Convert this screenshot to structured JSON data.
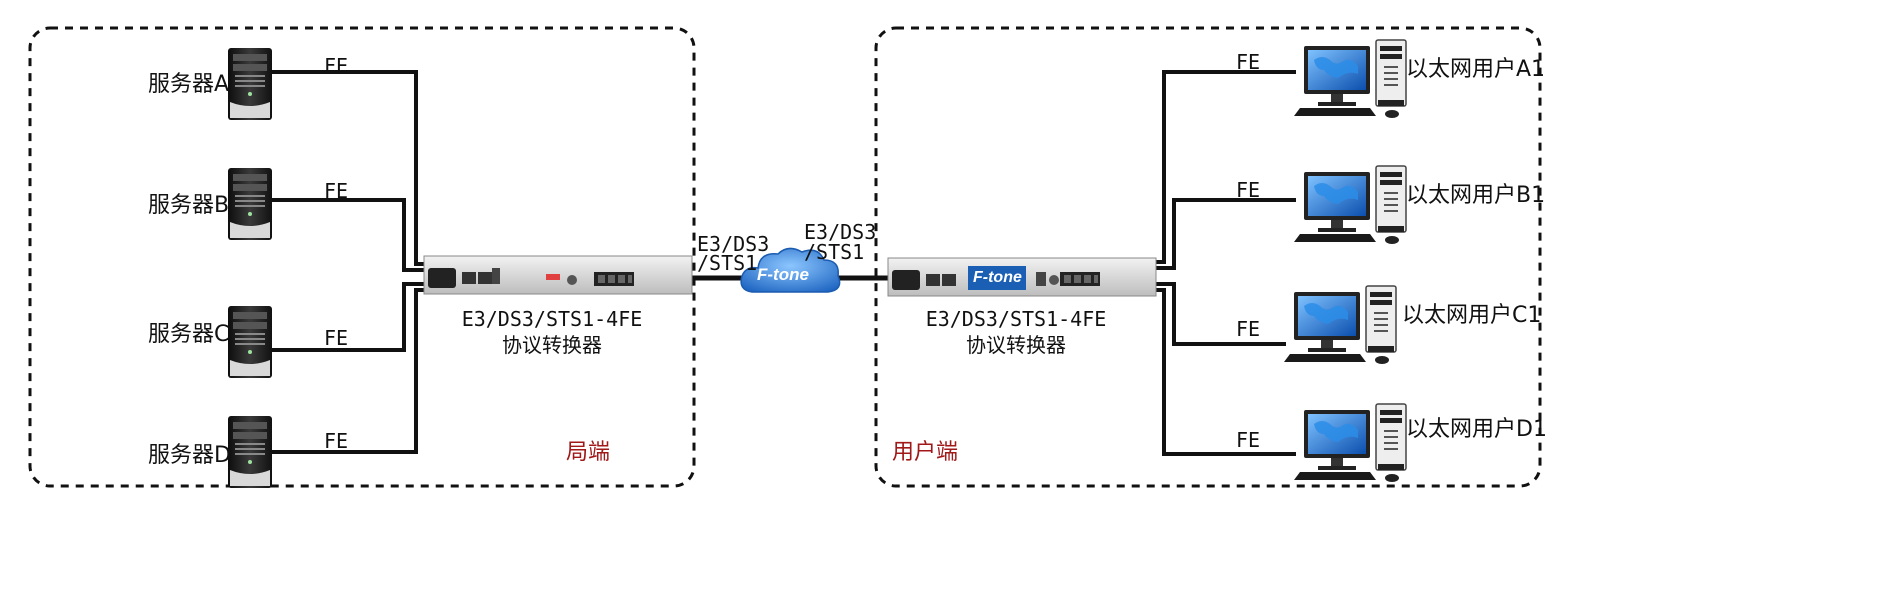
{
  "servers": [
    {
      "label": "服务器A",
      "link": "FE"
    },
    {
      "label": "服务器B",
      "link": "FE"
    },
    {
      "label": "服务器C",
      "link": "FE"
    },
    {
      "label": "服务器D",
      "link": "FE"
    }
  ],
  "users": [
    {
      "label": "以太网用户A1",
      "link": "FE"
    },
    {
      "label": "以太网用户B1",
      "link": "FE"
    },
    {
      "label": "以太网用户C1",
      "link": "FE"
    },
    {
      "label": "以太网用户D1",
      "link": "FE"
    }
  ],
  "left_device": {
    "model": "E3/DS3/STS1-4FE",
    "desc": "协议转换器"
  },
  "right_device": {
    "model": "E3/DS3/STS1-4FE",
    "desc": "协议转换器",
    "logo": "F-tone"
  },
  "link_left": {
    "line1": "E3/DS3",
    "line2": "/STS1"
  },
  "link_right": {
    "line1": "E3/DS3",
    "line2": "/STS1"
  },
  "cloud": {
    "logo": "F-tone"
  },
  "zones": {
    "local": "局端",
    "remote": "用户端"
  },
  "colors": {
    "zone_label": "#a01818",
    "logo_blue": "#1a5fb4",
    "cloud": "#2f7fd6"
  }
}
